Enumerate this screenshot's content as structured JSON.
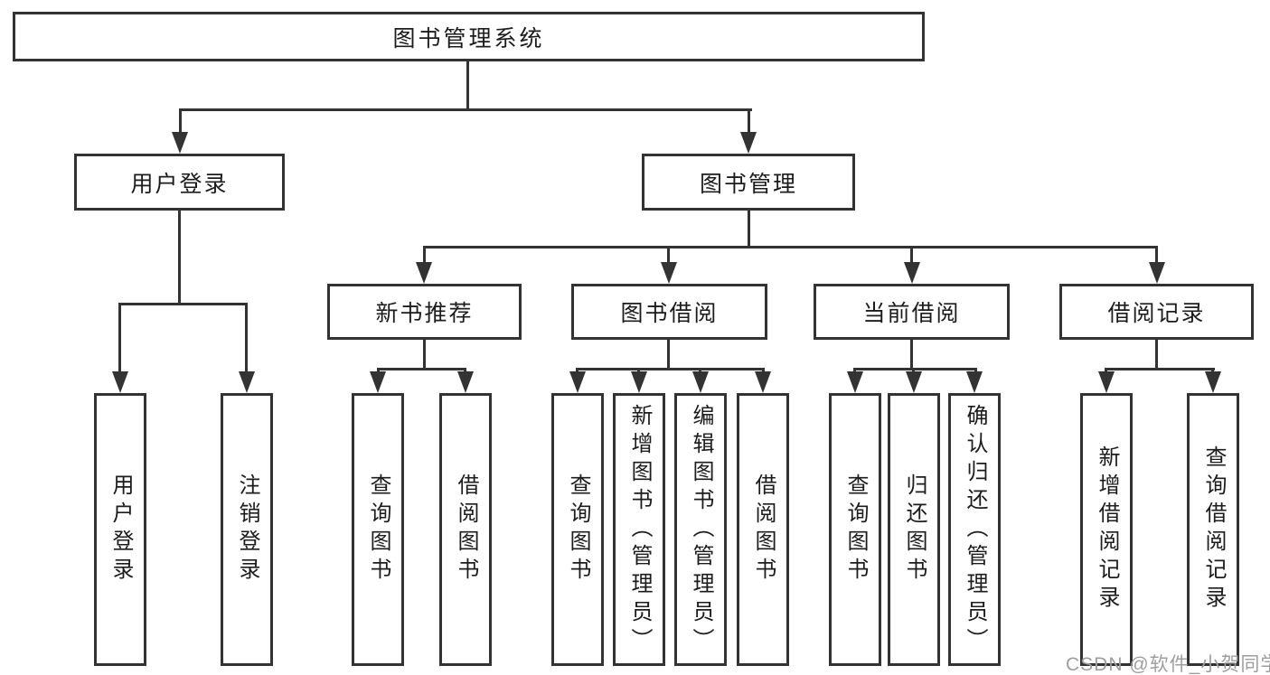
{
  "diagram_type": "hierarchy-flowchart",
  "tree": {
    "label": "图书管理系统",
    "children": [
      {
        "label": "用户登录",
        "children": [
          {
            "label": "用户登录"
          },
          {
            "label": "注销登录"
          }
        ]
      },
      {
        "label": "图书管理",
        "children": [
          {
            "label": "新书推荐",
            "children": [
              {
                "label": "查询图书"
              },
              {
                "label": "借阅图书"
              }
            ]
          },
          {
            "label": "图书借阅",
            "children": [
              {
                "label": "查询图书"
              },
              {
                "label": "新增图书（管理员）"
              },
              {
                "label": "编辑图书（管理员）"
              },
              {
                "label": "借阅图书"
              }
            ]
          },
          {
            "label": "当前借阅",
            "children": [
              {
                "label": "查询图书"
              },
              {
                "label": "归还图书"
              },
              {
                "label": "确认归还（管理员）"
              }
            ]
          },
          {
            "label": "借阅记录",
            "children": [
              {
                "label": "新增借阅记录"
              },
              {
                "label": "查询借阅记录"
              }
            ]
          }
        ]
      }
    ]
  },
  "watermark": {
    "text": "CSDN @软件_小贺同学"
  },
  "colors": {
    "line": "#333333",
    "box_border": "#333333",
    "text": "#1c1c1c",
    "watermark": "#9e9e9e",
    "background": "#ffffff"
  }
}
